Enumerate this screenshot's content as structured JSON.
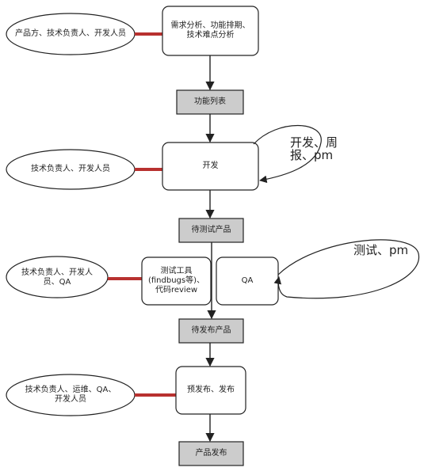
{
  "roles": {
    "r1": "产品方、技术负责人、开发人员",
    "r2": "技术负责人、开发人员",
    "r3": "技术负责人、开发人员、QA",
    "r4": "技术负责人、运维、QA、开发人员"
  },
  "steps": {
    "requirements": "需求分析、功能排期、技术难点分析",
    "feature_list": "功能列表",
    "develop": "开发",
    "to_test": "待测试产品",
    "test_tools": "测试工具(findbugs等)、代码review",
    "qa": "QA",
    "to_release": "待发布产品",
    "pre_release": "预发布、发布",
    "release": "产品发布"
  },
  "loops": {
    "dev_loop": "开发、周报、pm",
    "qa_loop": "测试、pm"
  },
  "colors": {
    "connector": "#b8312f",
    "box_fill": "#cccccc",
    "stroke": "#222222"
  }
}
